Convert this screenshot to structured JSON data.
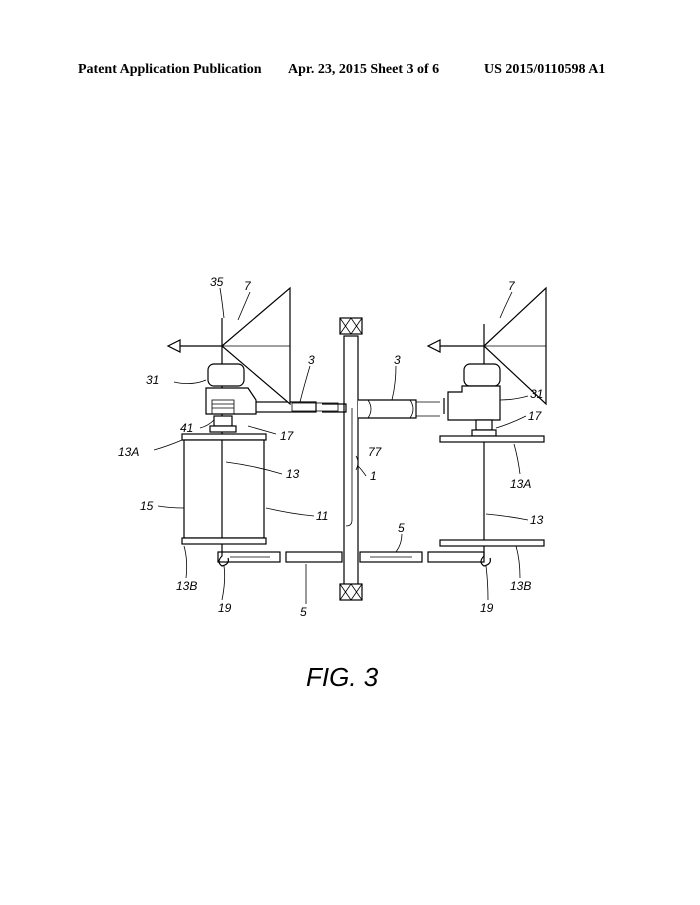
{
  "header": {
    "publication": "Patent Application Publication",
    "date_sheet": "Apr. 23, 2015  Sheet 3 of 6",
    "number": "US 2015/0110598 A1"
  },
  "figure": {
    "caption": "FIG. 3",
    "labels": {
      "l35": "35",
      "l7a": "7",
      "l7b": "7",
      "l3a": "3",
      "l3b": "3",
      "l31a": "31",
      "l31b": "31",
      "l41": "41",
      "l17a": "17",
      "l17b": "17",
      "l13Aa": "13A",
      "l13Ab": "13A",
      "l77": "77",
      "l1": "1",
      "l13a": "13",
      "l13b": "13",
      "l15": "15",
      "l11": "11",
      "l5a": "5",
      "l5b": "5",
      "l13Ba": "13B",
      "l13Bb": "13B",
      "l19a": "19",
      "l19b": "19"
    }
  }
}
